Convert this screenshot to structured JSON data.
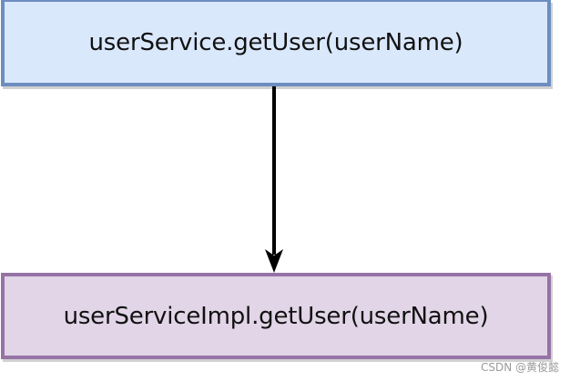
{
  "nodes": {
    "caller": {
      "label": "userService.getUser(userName)",
      "fill": "#dae8fc",
      "stroke": "#6c8ebf"
    },
    "callee": {
      "label": "userServiceImpl.getUser(userName)",
      "fill": "#e1d5e7",
      "stroke": "#9673a6"
    }
  },
  "edge": {
    "from": "caller",
    "to": "callee",
    "color": "#000000"
  },
  "watermark": {
    "text": "CSDN @黄俊懿"
  }
}
